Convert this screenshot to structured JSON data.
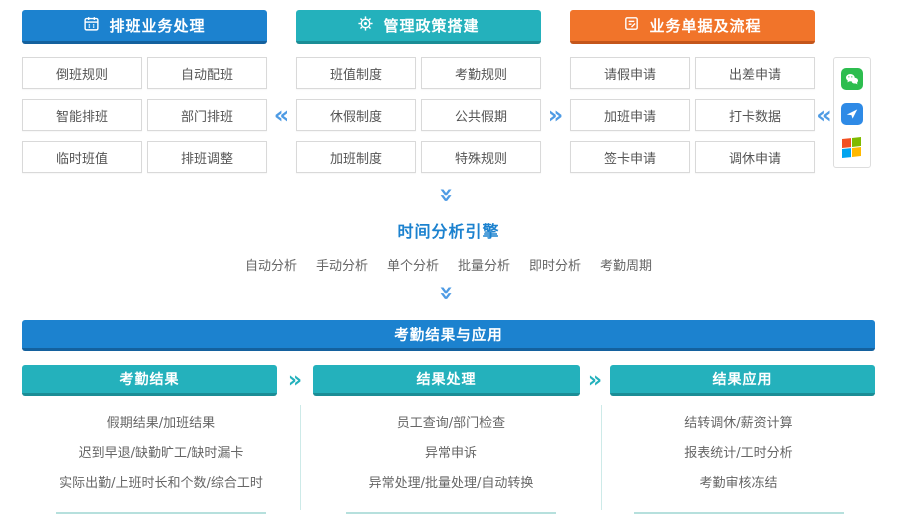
{
  "palette": {
    "blue": "#1c82cf",
    "teal": "#24b1bc",
    "orange": "#f1742a",
    "chevron_blue": "#4e9be4",
    "wechat_green": "#2dbd4f",
    "plane_blue": "#2e8ae6"
  },
  "icons": {
    "chevron_left": "«",
    "chevron_right": "»"
  },
  "top_sections": [
    {
      "title": "排班业务处理",
      "icon": "calendar-icon",
      "items": [
        "倒班规则",
        "自动配班",
        "智能排班",
        "部门排班",
        "临时班值",
        "排班调整"
      ]
    },
    {
      "title": "管理政策搭建",
      "icon": "gear-icon",
      "items": [
        "班值制度",
        "考勤规则",
        "休假制度",
        "公共假期",
        "加班制度",
        "特殊规则"
      ]
    },
    {
      "title": "业务单据及流程",
      "icon": "document-flow-icon",
      "items": [
        "请假申请",
        "出差申请",
        "加班申请",
        "打卡数据",
        "签卡申请",
        "调休申请"
      ]
    }
  ],
  "app_sources": [
    "wechat-icon",
    "paper-plane-icon",
    "windows-icon"
  ],
  "engine": {
    "title": "时间分析引擎",
    "modes": [
      "自动分析",
      "手动分析",
      "单个分析",
      "批量分析",
      "即时分析",
      "考勤周期"
    ]
  },
  "results": {
    "banner": "考勤结果与应用",
    "columns": [
      {
        "title": "考勤结果",
        "items": [
          "假期结果/加班结果",
          "迟到早退/缺勤旷工/缺时漏卡",
          "实际出勤/上班时长和个数/综合工时"
        ]
      },
      {
        "title": "结果处理",
        "items": [
          "员工查询/部门检查",
          "异常申诉",
          "异常处理/批量处理/自动转换"
        ]
      },
      {
        "title": "结果应用",
        "items": [
          "结转调休/薪资计算",
          "报表统计/工时分析",
          "考勤审核冻结"
        ]
      }
    ]
  }
}
